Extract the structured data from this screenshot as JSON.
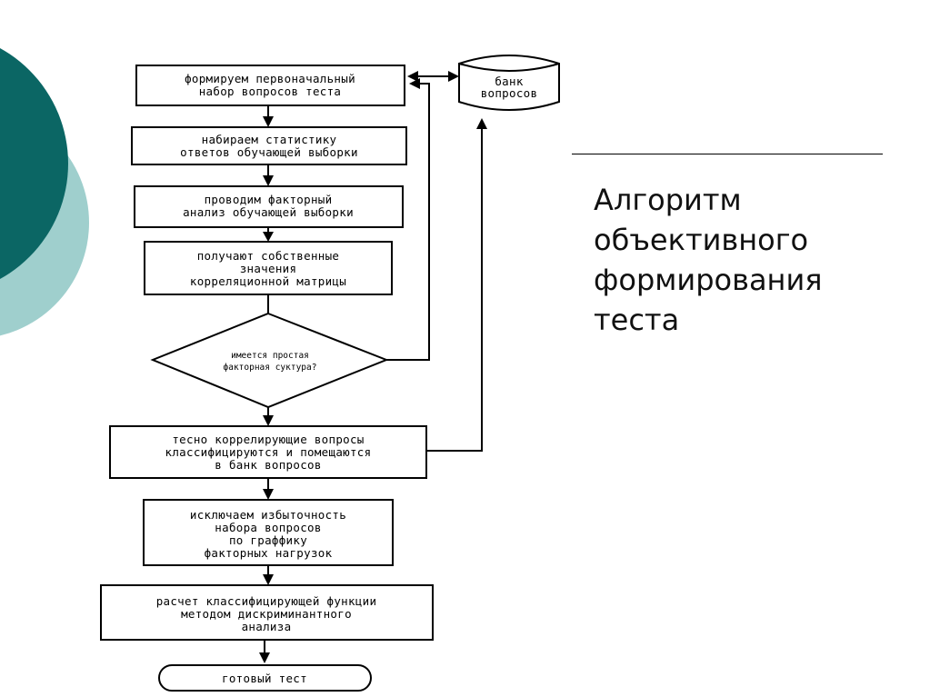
{
  "slide": {
    "title_lines": [
      "Алгоритм",
      "объективного",
      "формирования",
      "теста"
    ]
  },
  "colors": {
    "circle_dark": "#0b6664",
    "circle_light": "#9fcfcd",
    "stroke": "#000000",
    "text": "#000000"
  },
  "flowchart": {
    "nodes": [
      {
        "id": "step1",
        "shape": "rect",
        "lines": [
          "формируем первоначальный",
          "набор вопросов теста"
        ]
      },
      {
        "id": "bank",
        "shape": "cylinder",
        "lines": [
          "банк",
          "вопросов"
        ]
      },
      {
        "id": "step2",
        "shape": "rect",
        "lines": [
          "набираем статистику",
          "ответов обучающей выборки"
        ]
      },
      {
        "id": "step3",
        "shape": "rect",
        "lines": [
          "проводим факторный",
          "анализ обучающей выборки"
        ]
      },
      {
        "id": "step4",
        "shape": "rect",
        "lines": [
          "получают собственные",
          "значения",
          "корреляционной матрицы"
        ]
      },
      {
        "id": "decision",
        "shape": "diamond",
        "lines": [
          "имеется простая",
          "факторная суктура?"
        ]
      },
      {
        "id": "step5",
        "shape": "rect",
        "lines": [
          "тесно коррелирующие вопросы",
          "классифицируются и помещаются",
          "в банк вопросов"
        ]
      },
      {
        "id": "step6",
        "shape": "rect",
        "lines": [
          "исключаем избыточность",
          "набора вопросов",
          "по граффику",
          "факторных нагрузок"
        ]
      },
      {
        "id": "step7",
        "shape": "rect",
        "lines": [
          "расчет классифицирующей функции",
          "методом дискриминантного",
          "анализа"
        ]
      },
      {
        "id": "end",
        "shape": "terminal",
        "lines": [
          "готовый тест"
        ]
      }
    ]
  }
}
